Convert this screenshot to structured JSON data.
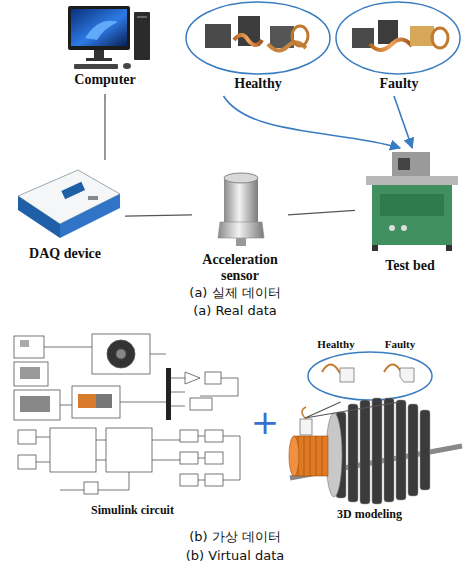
{
  "diagram": {
    "nodes": [
      {
        "text": [
          "Computer"
        ]
      },
      {
        "text": [
          "Healthy"
        ]
      },
      {
        "text": [
          "Faulty"
        ]
      },
      {
        "text": [
          "DAQ device"
        ]
      },
      {
        "text": [
          "Acceleration sensor"
        ]
      },
      {
        "text": [
          "Test bed"
        ]
      },
      {
        "text": [
          "Simulink circuit"
        ]
      },
      {
        "text": [
          "Healthy",
          "Faulty"
        ]
      },
      {
        "text": [
          "3D modeling"
        ]
      }
    ],
    "edges": [
      {
        "from": 0,
        "to": 3,
        "arrow": "none"
      },
      {
        "from": 3,
        "to": 4,
        "arrow": "none"
      },
      {
        "from": 4,
        "to": 5,
        "arrow": "none"
      },
      {
        "from": 1,
        "to": 5,
        "arrow": "to"
      },
      {
        "from": 2,
        "to": 5,
        "arrow": "to"
      },
      {
        "from": 7,
        "to": 8,
        "arrow": "none"
      }
    ],
    "labels": [
      "(a) 실제 데이터",
      "(a) Real data",
      "(b) 가상 데이터",
      "(b) Virtual data",
      "+"
    ]
  }
}
